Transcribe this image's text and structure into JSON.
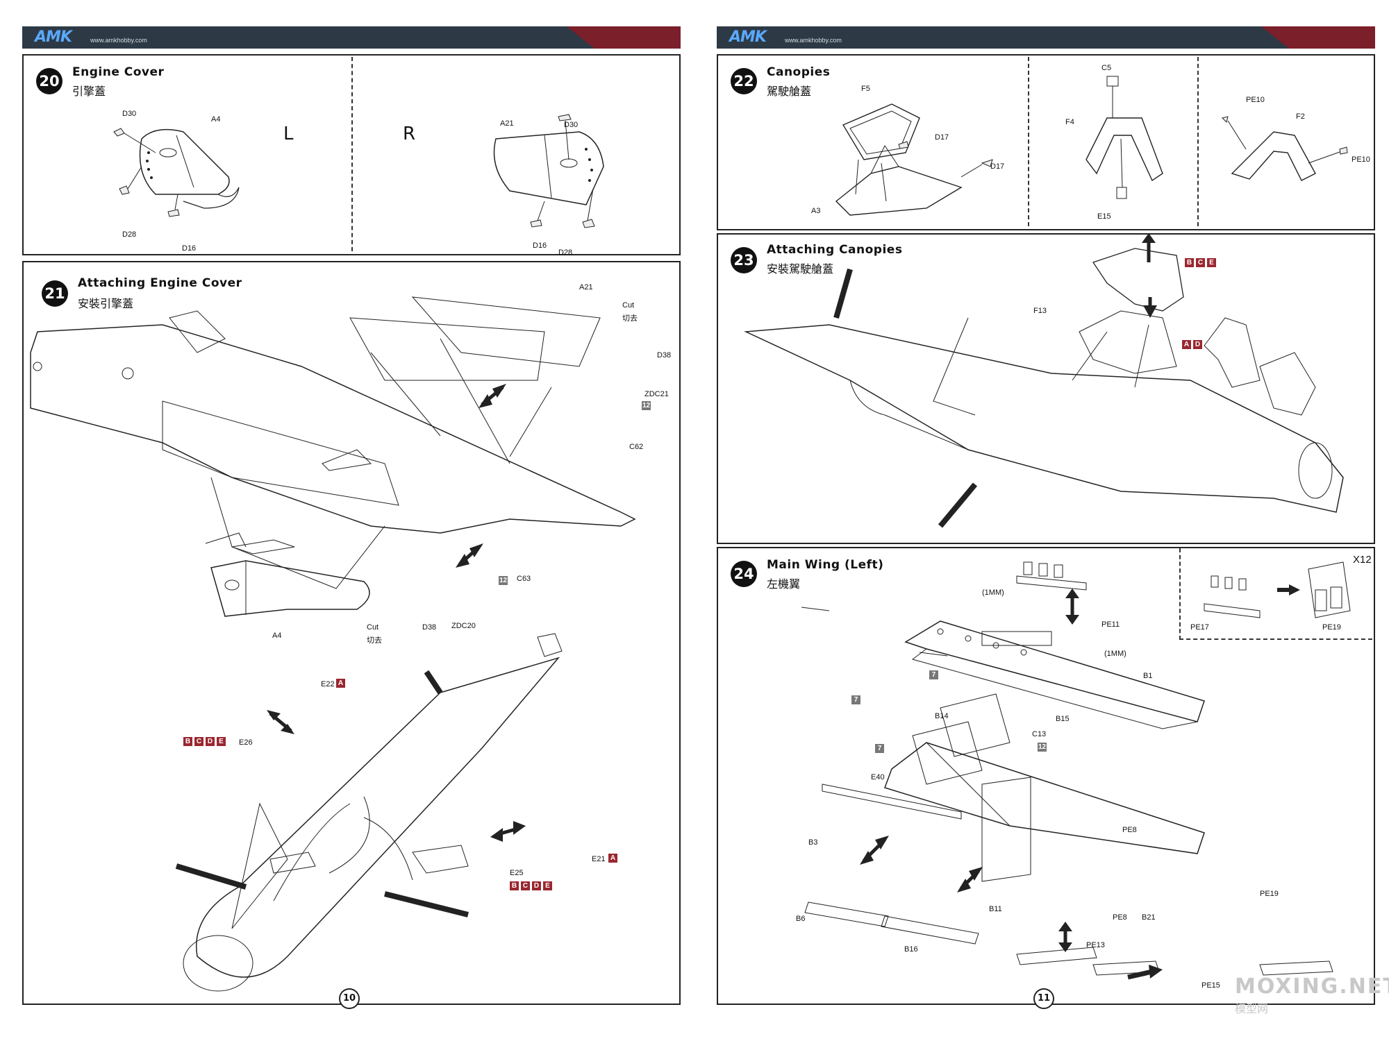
{
  "header": {
    "logo": "AMK",
    "url": "www.amkhobby.com"
  },
  "steps": {
    "s20": {
      "num": "20",
      "title": "Engine Cover",
      "sub": "引擎蓋",
      "left_mark": "L",
      "right_mark": "R",
      "labels": {
        "d30_l": "D30",
        "a4_l": "A4",
        "d28_l": "D28",
        "d16_l": "D16",
        "a21_r": "A21",
        "d30_r": "D30",
        "d16_r": "D16",
        "d28_r": "D28"
      }
    },
    "s21": {
      "num": "21",
      "title": "Attaching Engine Cover",
      "sub": "安裝引擎蓋",
      "labels": {
        "a21": "A21",
        "cut1": "Cut",
        "cut1_cn": "切去",
        "d38a": "D38",
        "zdc21": "ZDC21",
        "c62": "C62",
        "c63": "C63",
        "a4": "A4",
        "cut2": "Cut",
        "cut2_cn": "切去",
        "d38b": "D38",
        "zdc20": "ZDC20",
        "e22": "E22",
        "e26": "E26",
        "e21": "E21",
        "e25": "E25"
      },
      "codes": {
        "zdc21_num": "12",
        "c63_num": "12",
        "e22": [
          "A"
        ],
        "e26": [
          "B",
          "C",
          "D",
          "E"
        ],
        "e21": [
          "A"
        ],
        "e25": [
          "B",
          "C",
          "D",
          "E"
        ]
      }
    },
    "s22": {
      "num": "22",
      "title": "Canopies",
      "sub": "駕駛艙蓋",
      "labels": {
        "f5": "F5",
        "d17a": "D17",
        "d17b": "D17",
        "a3": "A3",
        "c5": "C5",
        "f4": "F4",
        "e15": "E15",
        "pe10a": "PE10",
        "f2": "F2",
        "pe10b": "PE10"
      }
    },
    "s23": {
      "num": "23",
      "title": "Attaching Canopies",
      "sub": "安裝駕駛艙蓋",
      "labels": {
        "f13": "F13"
      },
      "codes": {
        "top": [
          "B",
          "C",
          "E"
        ],
        "mid": [
          "A",
          "D"
        ]
      }
    },
    "s24": {
      "num": "24",
      "title": "Main Wing (Left)",
      "sub": "左機翼",
      "labels": {
        "x12": "X12",
        "mm1": "(1MM)",
        "mm2": "(1MM)",
        "pe11": "PE11",
        "b1": "B1",
        "pe17": "PE17",
        "pe19a": "PE19",
        "b15": "B15",
        "b14": "B14",
        "c13": "C13",
        "e40": "E40",
        "b3": "B3",
        "pe8a": "PE8",
        "pe8b": "PE8",
        "b21": "B21",
        "b11": "B11",
        "pe13": "PE13",
        "b6": "B6",
        "b16": "B16",
        "pe19b": "PE19",
        "pe15": "PE15"
      },
      "codes": {
        "n7a": "7",
        "n7b": "7",
        "n7c": "7",
        "n12": "12"
      }
    }
  },
  "page_numbers": {
    "left": "10",
    "right": "11"
  },
  "watermark": {
    "main": "MOXING.NET",
    "sub": "模型网"
  }
}
